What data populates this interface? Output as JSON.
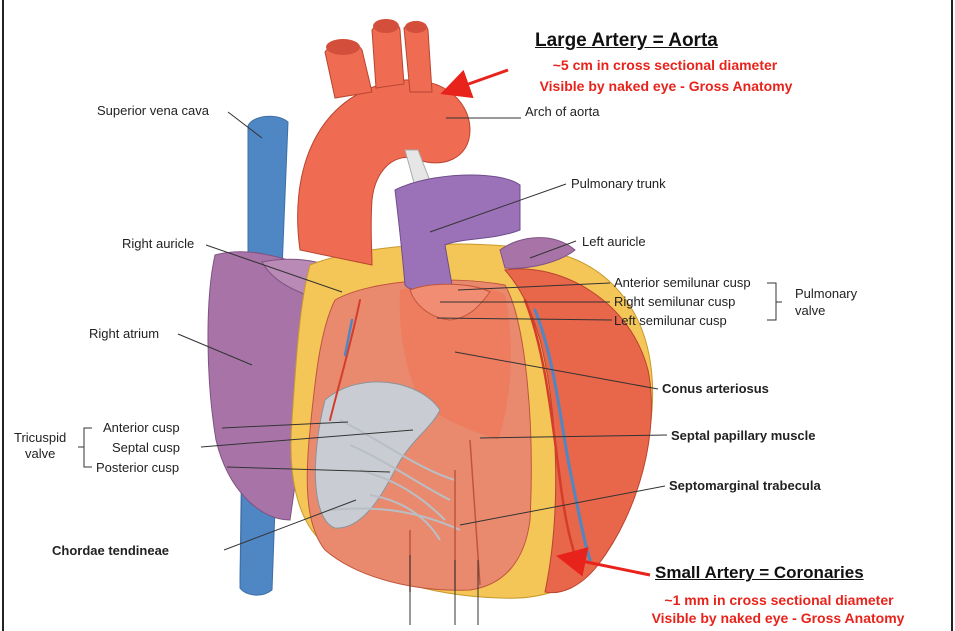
{
  "callouts": {
    "large_artery": {
      "title": "Large Artery = Aorta",
      "line1": "~5 cm in cross sectional diameter",
      "line2": "Visible by naked eye - Gross Anatomy"
    },
    "small_artery": {
      "title": "Small Artery = Coronaries",
      "line1": "~1 mm in cross sectional diameter",
      "line2": "Visible by naked eye - Gross Anatomy"
    }
  },
  "labels": {
    "superior_vena_cava": "Superior vena cava",
    "arch_of_aorta": "Arch of aorta",
    "pulmonary_trunk": "Pulmonary trunk",
    "right_auricle": "Right auricle",
    "left_auricle": "Left auricle",
    "anterior_semilunar_cusp": "Anterior semilunar cusp",
    "right_semilunar_cusp": "Right semilunar cusp",
    "left_semilunar_cusp": "Left semilunar cusp",
    "pulmonary_valve_line1": "Pulmonary",
    "pulmonary_valve_line2": "valve",
    "right_atrium": "Right atrium",
    "conus_arteriosus": "Conus arteriosus",
    "tricuspid_valve_line1": "Tricuspid",
    "tricuspid_valve_line2": "valve",
    "anterior_cusp": "Anterior cusp",
    "septal_cusp": "Septal cusp",
    "posterior_cusp": "Posterior cusp",
    "septal_papillary_muscle": "Septal papillary muscle",
    "septomarginal_trabecula": "Septomarginal trabecula",
    "chordae_tendineae": "Chordae tendineae"
  },
  "colors": {
    "callout_red": "#e8231b",
    "aorta": "#ef6b52",
    "vena_cava": "#4f86c4",
    "pulmonary_trunk": "#9b72b8",
    "atrium": "#a874a8",
    "ventricle_wall": "#e8664a",
    "fat": "#f4c657",
    "valve": "#c9cdd3"
  }
}
